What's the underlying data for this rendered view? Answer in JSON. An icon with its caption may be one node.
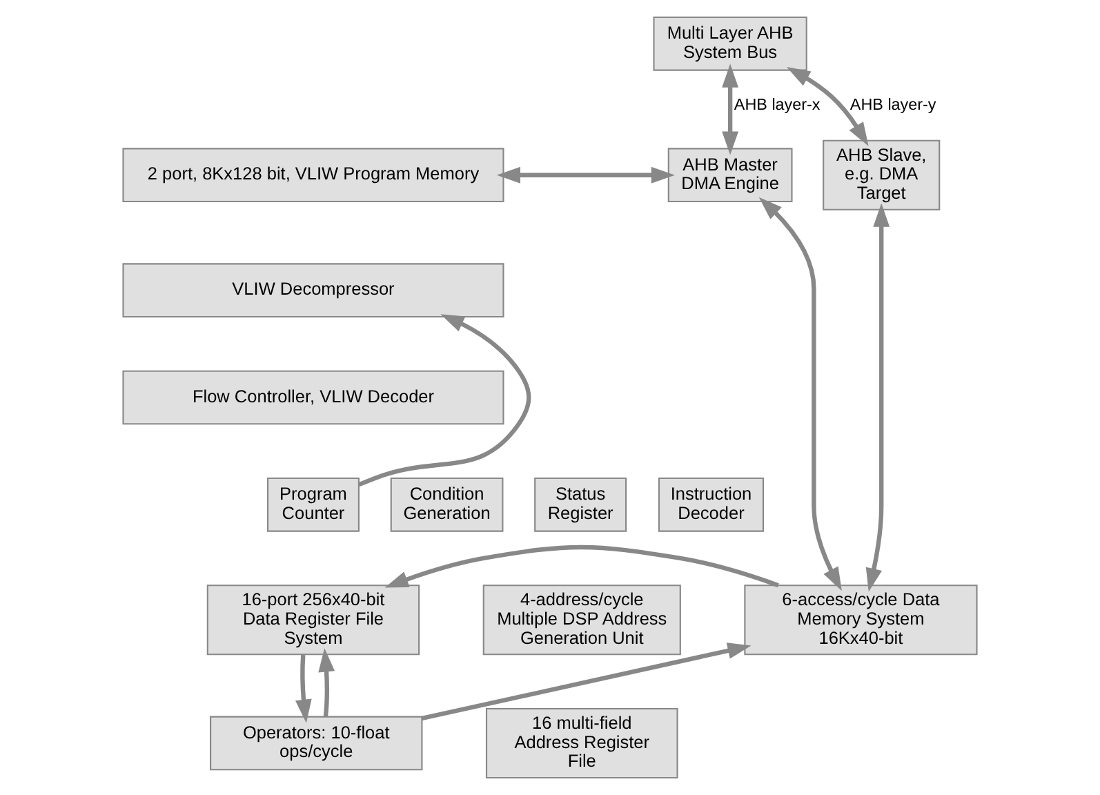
{
  "diagram": {
    "nodes": [
      {
        "text": [
          "Multi Layer AHB System Bus"
        ]
      },
      {
        "text": [
          "2 port, 8Kx128 bit, VLIW Program Memory"
        ]
      },
      {
        "text": [
          "VLIW Decompressor"
        ]
      },
      {
        "text": [
          "Flow Controller, VLIW Decoder"
        ]
      },
      {
        "text": [
          "Program Counter"
        ]
      },
      {
        "text": [
          "Condition Generation"
        ]
      },
      {
        "text": [
          "Status Register"
        ]
      },
      {
        "text": [
          "Instruction Decoder"
        ]
      },
      {
        "text": [
          "AHB Master DMA Engine"
        ]
      },
      {
        "text": [
          "AHB Slave, e.g. DMA Target"
        ]
      },
      {
        "text": [
          "16-port 256x40-bit Data Register File System"
        ]
      },
      {
        "text": [
          "Operators: 10-float ops/cycle"
        ]
      },
      {
        "text": [
          "4-address/cycle Multiple DSP Address Generation Unit"
        ]
      },
      {
        "text": [
          "16 multi-field Address Register File"
        ]
      },
      {
        "text": [
          "6-access/cycle Data Memory System 16Kx40-bit"
        ]
      }
    ],
    "edges": [
      {
        "from": 0,
        "to": 9,
        "arrow": "both",
        "label": "AHB layer-y"
      },
      {
        "from": 0,
        "to": 8,
        "arrow": "both",
        "label": "AHB layer-x"
      },
      {
        "from": 1,
        "to": 8,
        "arrow": "both"
      },
      {
        "from": 4,
        "to": 2,
        "arrow": "to"
      },
      {
        "from": 8,
        "to": 14,
        "arrow": "both"
      },
      {
        "from": 9,
        "to": 14,
        "arrow": "both"
      },
      {
        "from": 14,
        "to": 10,
        "arrow": "to"
      },
      {
        "from": 10,
        "to": 11,
        "arrow": "to"
      },
      {
        "from": 11,
        "to": 10,
        "arrow": "to"
      },
      {
        "from": 11,
        "to": 14,
        "arrow": "to"
      }
    ]
  }
}
